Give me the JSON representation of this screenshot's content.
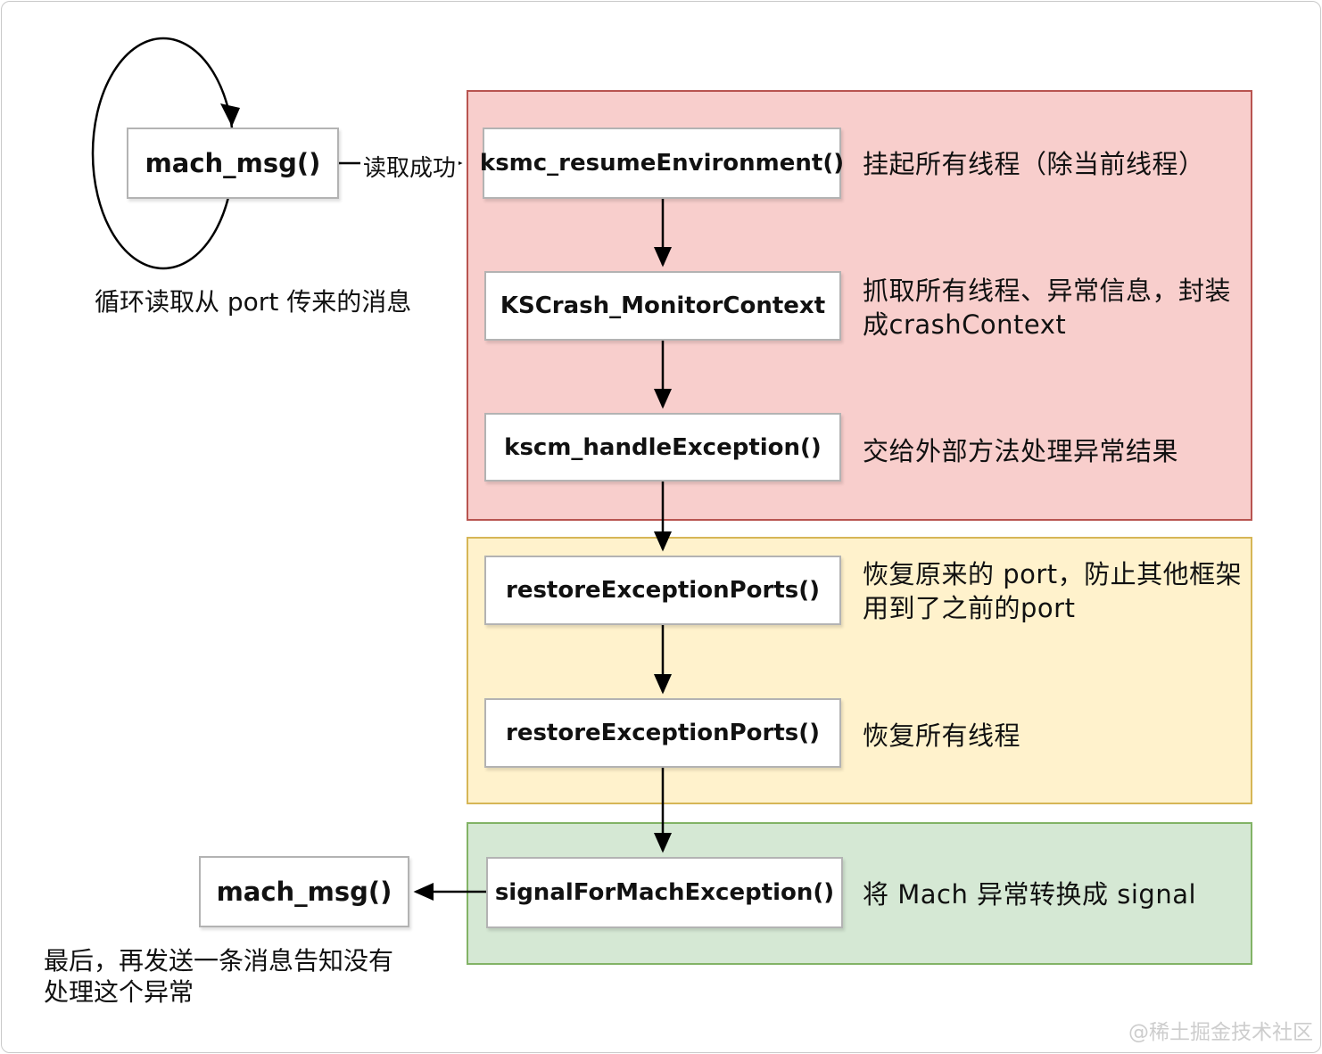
{
  "colors": {
    "red_fill": "#f8cecc",
    "red_border": "#b85450",
    "yellow_fill": "#fff2cc",
    "yellow_border": "#d6b656",
    "green_fill": "#d5e8d4",
    "green_border": "#82b366",
    "node_border": "#b3b3b3",
    "arrow": "#000000",
    "watermark": "#cdcdcd"
  },
  "loop": {
    "box_label": "mach_msg()",
    "caption": "循环读取从 port 传来的消息"
  },
  "transition": {
    "label": "读取成功"
  },
  "red_region": {
    "steps": [
      {
        "func": "ksmc_resumeEnvironment()",
        "note": "挂起所有线程（除当前线程）"
      },
      {
        "func": "KSCrash_MonitorContext",
        "note": "抓取所有线程、异常信息，封装成crashContext"
      },
      {
        "func": "kscm_handleException()",
        "note": "交给外部方法处理异常结果"
      }
    ]
  },
  "yellow_region": {
    "steps": [
      {
        "func": "restoreExceptionPorts()",
        "note": "恢复原来的 port，防止其他框架用到了之前的port"
      },
      {
        "func": "restoreExceptionPorts()",
        "note": "恢复所有线程"
      }
    ]
  },
  "green_region": {
    "steps": [
      {
        "func": "signalForMachException()",
        "note": "将 Mach 异常转换成 signal"
      }
    ]
  },
  "final": {
    "box_label": "mach_msg()",
    "note": "最后，再发送一条消息告知没有处理这个异常"
  },
  "watermark": "@稀土掘金技术社区"
}
